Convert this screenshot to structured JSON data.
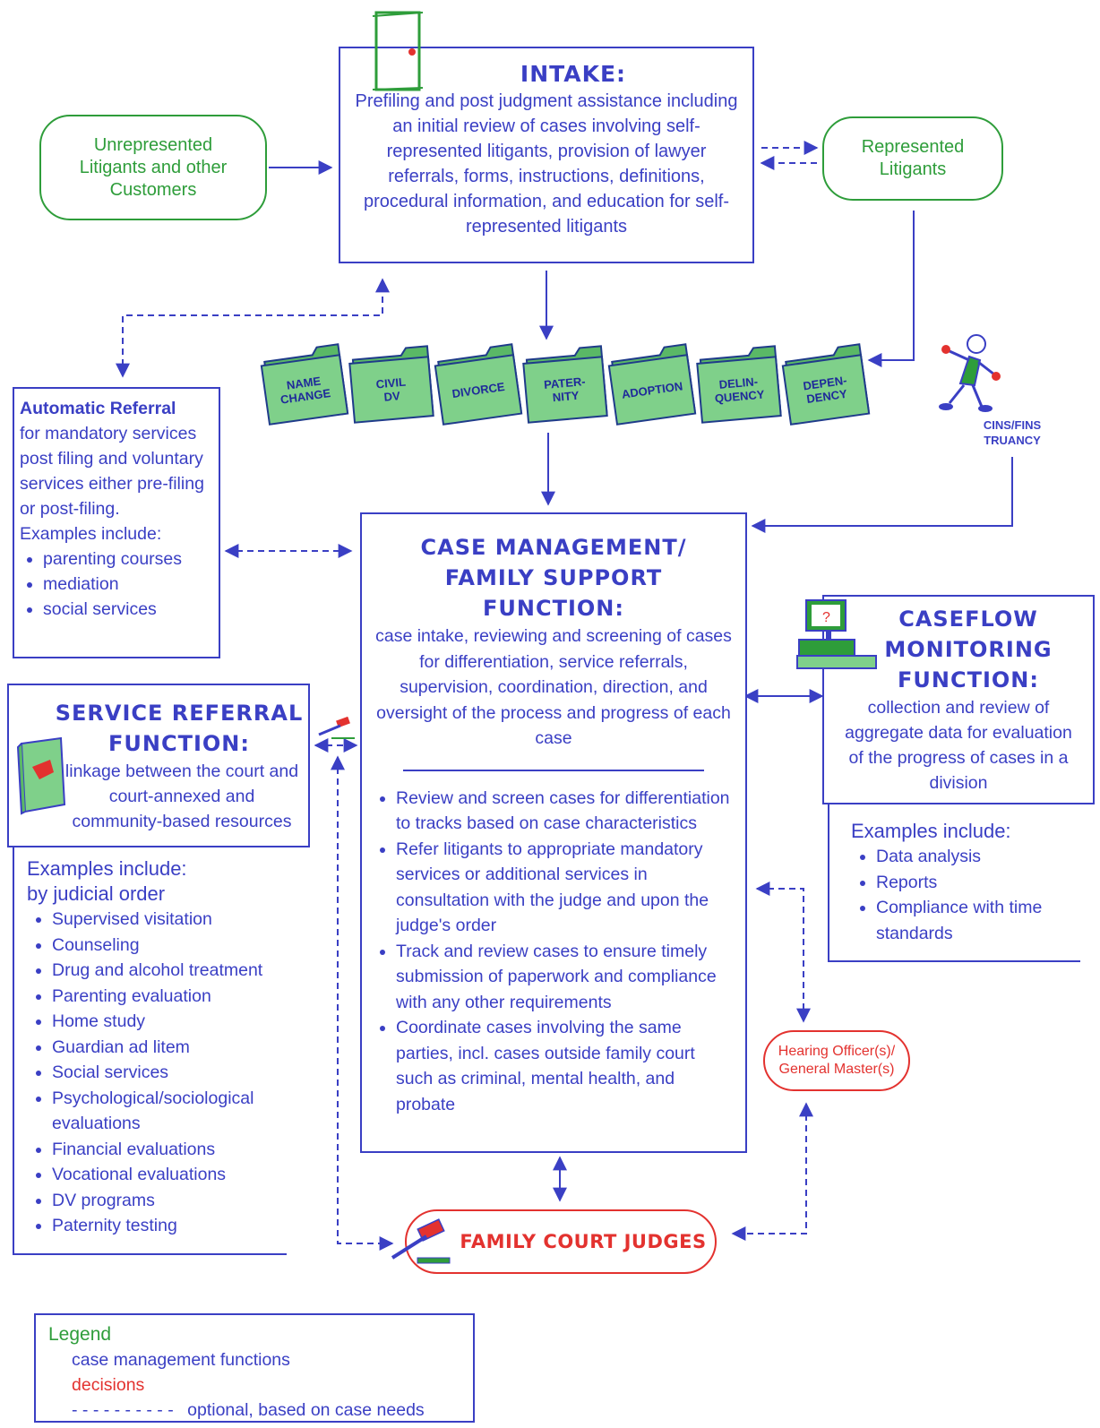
{
  "intake": {
    "title": "INTAKE:",
    "body": "Prefiling and post judgment assistance including an initial review of cases involving self-represented litigants, provision of lawyer referrals, forms, instructions, definitions, procedural information, and education for self-represented litigants"
  },
  "unrepresented": "Unrepresented Litigants and other Customers",
  "represented": "Represented Litigants",
  "case_types": [
    {
      "l1": "NAME",
      "l2": "CHANGE"
    },
    {
      "l1": "CIVIL",
      "l2": "DV"
    },
    {
      "l1": "DIVORCE",
      "l2": ""
    },
    {
      "l1": "PATER-",
      "l2": "NITY"
    },
    {
      "l1": "ADOPTION",
      "l2": ""
    },
    {
      "l1": "DELIN-",
      "l2": "QUENCY"
    },
    {
      "l1": "DEPEN-",
      "l2": "DENCY"
    }
  ],
  "cins": {
    "l1": "CINS/FINS",
    "l2": "TRUANCY"
  },
  "auto_referral": {
    "title": "Automatic Referral",
    "body": "for mandatory services post filing and voluntary services either pre-filing or post-filing.",
    "examples_label": "Examples include:",
    "items": [
      "parenting courses",
      "mediation",
      "social services"
    ]
  },
  "case_mgmt": {
    "title_l1": "CASE MANAGEMENT/",
    "title_l2": "FAMILY SUPPORT",
    "title_l3": "FUNCTION:",
    "body": "case intake,  reviewing and screening of cases for differentiation, service referrals, supervision, coordination, direction, and oversight of the process and progress of each case",
    "items": [
      "Review and screen cases for differentiation to tracks based on case characteristics",
      "Refer litigants to appropriate mandatory services or additional services in consultation with the judge and upon the judge's order",
      "Track and review cases to ensure timely submission of paperwork and compliance with any other requirements",
      "Coordinate cases involving the same parties, incl. cases outside family court such as criminal, mental health, and probate"
    ]
  },
  "service_referral": {
    "title_l1": "SERVICE REFERRAL",
    "title_l2": "FUNCTION:",
    "body": "linkage between the court and court-annexed and community-based resources",
    "examples_l1": "Examples include:",
    "examples_l2": "by judicial order",
    "items": [
      "Supervised visitation",
      "Counseling",
      "Drug and alcohol treatment",
      "Parenting evaluation",
      "Home study",
      "Guardian ad litem",
      "Social services",
      "Psychological/sociological evaluations",
      "Financial evaluations",
      "Vocational evaluations",
      "DV programs",
      "Paternity testing"
    ]
  },
  "caseflow": {
    "title_l1": "CASEFLOW",
    "title_l2": "MONITORING",
    "title_l3": "FUNCTION:",
    "body": "collection and review of aggregate data for evaluation of the progress of cases in a division",
    "examples_label": "Examples include:",
    "items": [
      "Data analysis",
      "Reports",
      "Compliance with time standards"
    ]
  },
  "hearing_officer": "Hearing Officer(s)/ General Master(s)",
  "judges": "FAMILY COURT JUDGES",
  "legend": {
    "title": "Legend",
    "functions": "case management functions",
    "decisions": "decisions",
    "dash": "- - - - - - - - - -",
    "optional": "optional, based on case needs"
  },
  "colors": {
    "blue": "#3a3fc4",
    "green": "#2e9d3a",
    "red": "#e3322f",
    "folder": "#7fd08a"
  }
}
